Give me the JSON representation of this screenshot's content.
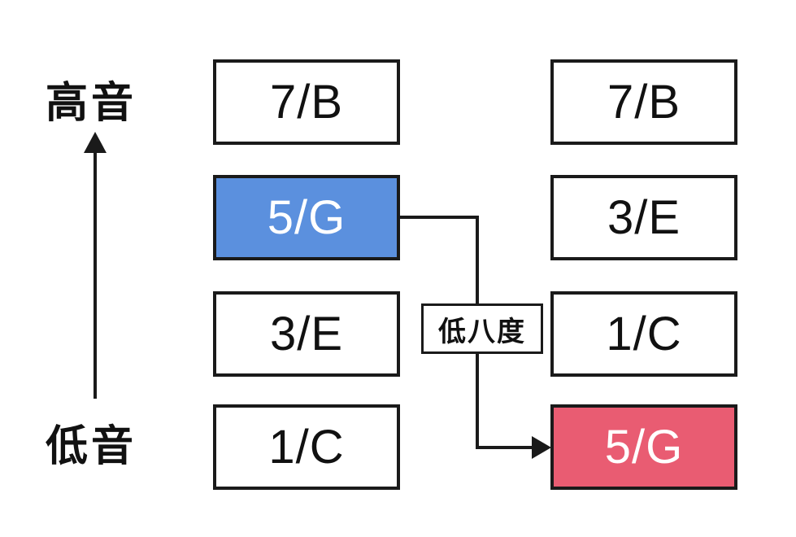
{
  "axis": {
    "top_label": "高音",
    "bottom_label": "低音"
  },
  "left_column": {
    "boxes": [
      {
        "label": "7/B",
        "variant": "plain"
      },
      {
        "label": "5/G",
        "variant": "blue"
      },
      {
        "label": "3/E",
        "variant": "plain"
      },
      {
        "label": "1/C",
        "variant": "plain"
      }
    ]
  },
  "right_column": {
    "boxes": [
      {
        "label": "7/B",
        "variant": "plain"
      },
      {
        "label": "3/E",
        "variant": "plain"
      },
      {
        "label": "1/C",
        "variant": "plain"
      },
      {
        "label": "5/G",
        "variant": "pink"
      }
    ]
  },
  "connector": {
    "label": "低八度"
  },
  "colors": {
    "highlight_blue": "#5b90de",
    "highlight_pink": "#e95c72",
    "line": "#1a1a1a",
    "background": "#ffffff"
  }
}
